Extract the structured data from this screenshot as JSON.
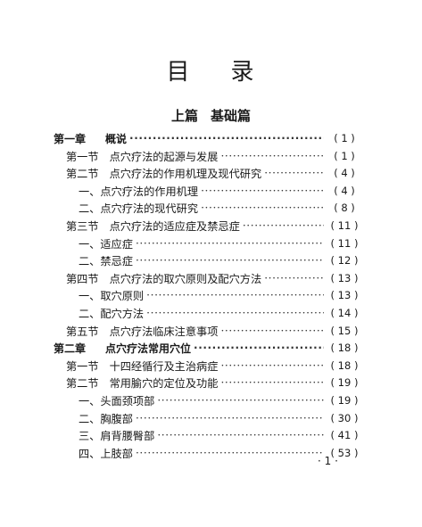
{
  "title": {
    "left": "目",
    "right": "录"
  },
  "part": {
    "left": "上篇",
    "right": "基础篇"
  },
  "toc": [
    {
      "level": "chapter",
      "num": "第一章",
      "title": "概说",
      "page": "( 1 )"
    },
    {
      "level": "section",
      "num": "第一节",
      "title": "点穴疗法的起源与发展",
      "page": "( 1 )"
    },
    {
      "level": "section",
      "num": "第二节",
      "title": "点穴疗法的作用机理及现代研究",
      "page": "( 4 )"
    },
    {
      "level": "item",
      "num": "一、",
      "title": "点穴疗法的作用机理",
      "page": "( 4 )"
    },
    {
      "level": "item",
      "num": "二、",
      "title": "点穴疗法的现代研究",
      "page": "( 8 )"
    },
    {
      "level": "section",
      "num": "第三节",
      "title": "点穴疗法的适应症及禁忌症",
      "page": "( 11 )"
    },
    {
      "level": "item",
      "num": "一、",
      "title": "适应症",
      "page": "( 11 )"
    },
    {
      "level": "item",
      "num": "二、",
      "title": "禁忌症",
      "page": "( 12 )"
    },
    {
      "level": "section",
      "num": "第四节",
      "title": "点穴疗法的取穴原则及配穴方法",
      "page": "( 13 )"
    },
    {
      "level": "item",
      "num": "一、",
      "title": "取穴原则",
      "page": "( 13 )"
    },
    {
      "level": "item",
      "num": "二、",
      "title": "配穴方法",
      "page": "( 14 )"
    },
    {
      "level": "section",
      "num": "第五节",
      "title": "点穴疗法临床注意事项",
      "page": "( 15 )"
    },
    {
      "level": "chapter",
      "num": "第二章",
      "title": "点穴疗法常用穴位",
      "page": "( 18 )"
    },
    {
      "level": "section",
      "num": "第一节",
      "title": "十四经循行及主治病症",
      "page": "( 18 )"
    },
    {
      "level": "section",
      "num": "第二节",
      "title": "常用腧穴的定位及功能",
      "page": "( 19 )"
    },
    {
      "level": "item",
      "num": "一、",
      "title": "头面颈项部",
      "page": "( 19 )"
    },
    {
      "level": "item",
      "num": "二、",
      "title": "胸腹部",
      "page": "( 30 )"
    },
    {
      "level": "item",
      "num": "三、",
      "title": "肩背腰臀部",
      "page": "( 41 )"
    },
    {
      "level": "item",
      "num": "四、",
      "title": "上肢部",
      "page": "( 53 )"
    }
  ],
  "page_number": "· 1 ·"
}
